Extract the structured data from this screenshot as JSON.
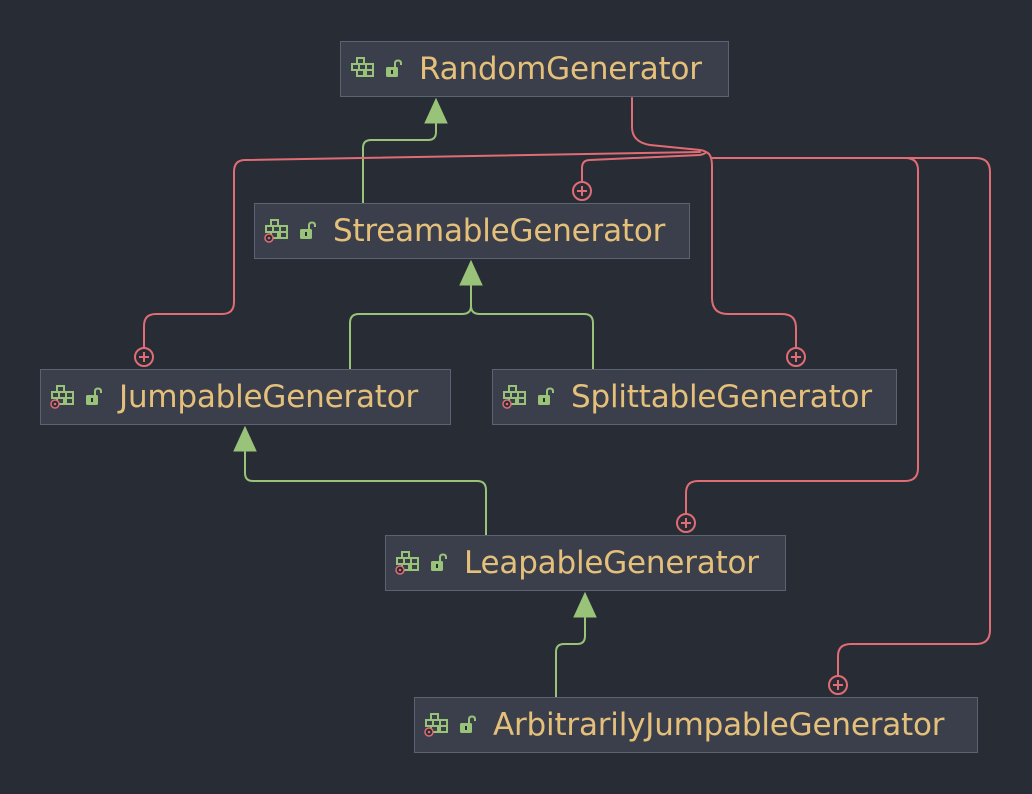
{
  "colors": {
    "background": "#282c34",
    "node_fill": "#3a3f4b",
    "node_border": "#5c6370",
    "node_text": "#e5c07b",
    "extends_edge": "#98c379",
    "inner_edge": "#e06c75",
    "interface_icon": "#98c379",
    "lock_icon": "#98c379"
  },
  "nodes": [
    {
      "id": "random",
      "label": "RandomGenerator",
      "icons": [
        "interface-icon",
        "unlocked-icon"
      ],
      "has_inner_marker": false
    },
    {
      "id": "streamable",
      "label": "StreamableGenerator",
      "icons": [
        "interface-icon",
        "unlocked-icon"
      ],
      "has_inner_marker": true
    },
    {
      "id": "jumpable",
      "label": "JumpableGenerator",
      "icons": [
        "interface-icon",
        "unlocked-icon"
      ],
      "has_inner_marker": true
    },
    {
      "id": "splittable",
      "label": "SplittableGenerator",
      "icons": [
        "interface-icon",
        "unlocked-icon"
      ],
      "has_inner_marker": true
    },
    {
      "id": "leapable",
      "label": "LeapableGenerator",
      "icons": [
        "interface-icon",
        "unlocked-icon"
      ],
      "has_inner_marker": true
    },
    {
      "id": "arbitrary",
      "label": "ArbitrarilyJumpableGenerator",
      "icons": [
        "interface-icon",
        "unlocked-icon"
      ],
      "has_inner_marker": true
    }
  ],
  "edges": [
    {
      "from": "streamable",
      "to": "random",
      "kind": "extends"
    },
    {
      "from": "jumpable",
      "to": "streamable",
      "kind": "extends"
    },
    {
      "from": "splittable",
      "to": "streamable",
      "kind": "extends"
    },
    {
      "from": "leapable",
      "to": "jumpable",
      "kind": "extends"
    },
    {
      "from": "arbitrary",
      "to": "leapable",
      "kind": "extends"
    },
    {
      "from": "random",
      "to": "streamable",
      "kind": "inner"
    },
    {
      "from": "random",
      "to": "jumpable",
      "kind": "inner"
    },
    {
      "from": "random",
      "to": "splittable",
      "kind": "inner"
    },
    {
      "from": "random",
      "to": "leapable",
      "kind": "inner"
    },
    {
      "from": "random",
      "to": "arbitrary",
      "kind": "inner"
    }
  ]
}
